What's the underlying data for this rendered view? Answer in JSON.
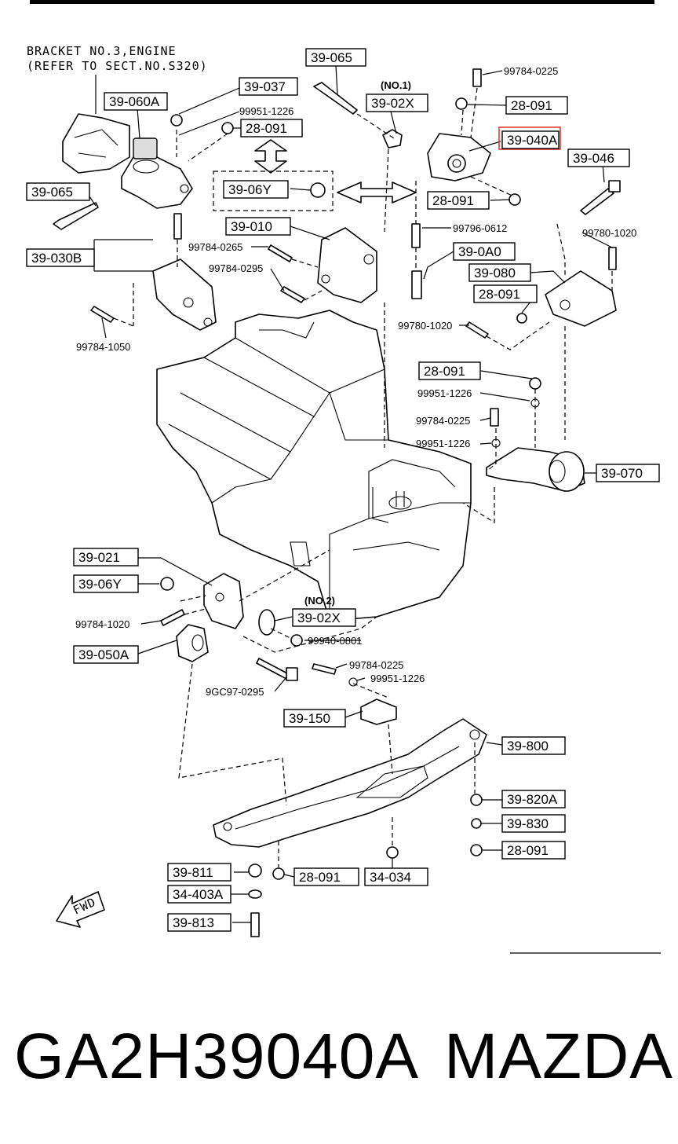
{
  "note": {
    "line1": "BRACKET NO.3,ENGINE",
    "line2": "(REFER TO SECT.NO.S320)"
  },
  "sub_labels": {
    "no1": "(NO.1)",
    "no2": "(NO.2)"
  },
  "fwd": "FWD",
  "highlight_color": "#e53935",
  "labels": {
    "l39_065a": "39-065",
    "l39_02x_a": "39-02X",
    "l28_091_top": "28-091",
    "l39_040a": "39-040A",
    "l39_046": "39-046",
    "l39_037": "39-037",
    "l39_060a": "39-060A",
    "l28_091_b": "28-091",
    "l39_065b": "39-065",
    "l39_06y_a": "39-06Y",
    "l28_091_c": "28-091",
    "l39_010": "39-010",
    "l39_0a0": "39-0A0",
    "l39_080": "39-080",
    "l28_091_d": "28-091",
    "l39_030b": "39-030B",
    "l28_091_e": "28-091",
    "l39_070": "39-070",
    "l39_021": "39-021",
    "l39_06y_b": "39-06Y",
    "l39_02x_b": "39-02X",
    "l39_050a": "39-050A",
    "l39_150": "39-150",
    "l39_800": "39-800",
    "l39_820a": "39-820A",
    "l39_830": "39-830",
    "l28_091_f": "28-091",
    "l39_811": "39-811",
    "l28_091_g": "28-091",
    "l34_034": "34-034",
    "l34_403a": "34-403A",
    "l39_813": "39-813"
  },
  "part_numbers": {
    "p99784_0225_a": "99784-0225",
    "p99951_1226_a": "99951-1226",
    "p99796_0612": "99796-0612",
    "p99780_1020_a": "99780-1020",
    "p99784_0265": "99784-0265",
    "p99784_0295": "99784-0295",
    "p99780_1020_b": "99780-1020",
    "p99784_1050": "99784-1050",
    "p99951_1226_b": "99951-1226",
    "p99784_0225_b": "99784-0225",
    "p99951_1226_c": "99951-1226",
    "p99784_1020": "99784-1020",
    "p99940_0801": "99940-0801",
    "p99784_0225_c": "99784-0225",
    "p99951_1226_d": "99951-1226",
    "p9gc97_0295": "9GC97-0295"
  },
  "footer": {
    "part_number": "GA2H39040A",
    "brand": "MAZDA"
  }
}
